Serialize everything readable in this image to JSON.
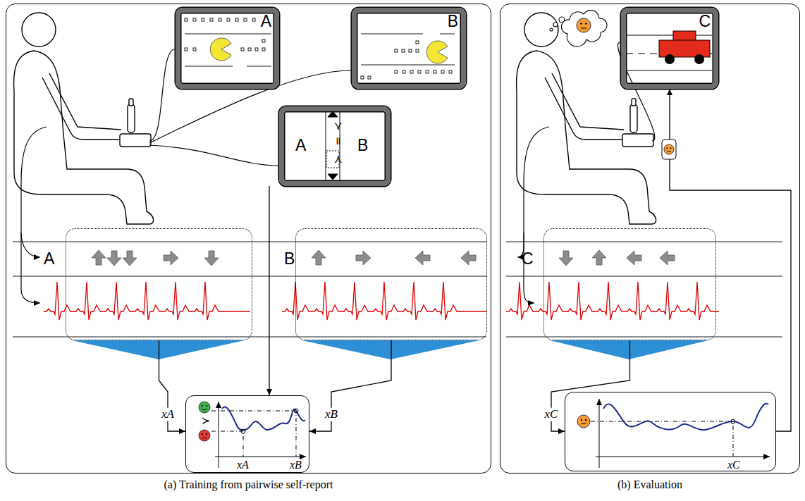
{
  "diagram": {
    "nodes": [
      {
        "text": [
          "(a) Training from pairwise self-report"
        ]
      },
      {
        "text": [
          "A"
        ],
        "in": 0
      },
      {
        "text": [
          "B"
        ],
        "in": 0
      },
      {
        "text": [
          "A",
          "≻",
          "=",
          "≺",
          "B"
        ],
        "in": 0
      },
      {
        "text": [
          "A"
        ],
        "in": 0
      },
      {
        "text": [
          "B"
        ],
        "in": 0
      },
      {
        "text": [
          "≻",
          "xA",
          "xB"
        ],
        "in": 0
      },
      {
        "text": [
          "(b) Evaluation"
        ]
      },
      {
        "text": [
          "C"
        ],
        "in": 7
      },
      {
        "text": [
          "C"
        ],
        "in": 7
      },
      {
        "text": [
          "xC"
        ],
        "in": 7
      }
    ],
    "edges": [
      {
        "from": 3,
        "to": 6,
        "arrow": "to"
      },
      {
        "from": 4,
        "to": 6,
        "label": "xA",
        "arrow": "to"
      },
      {
        "from": 5,
        "to": 6,
        "label": "xB",
        "arrow": "to"
      },
      {
        "from": 9,
        "to": 10,
        "label": "xC",
        "arrow": "to"
      },
      {
        "from": 10,
        "to": 8,
        "arrow": "to"
      }
    ]
  }
}
